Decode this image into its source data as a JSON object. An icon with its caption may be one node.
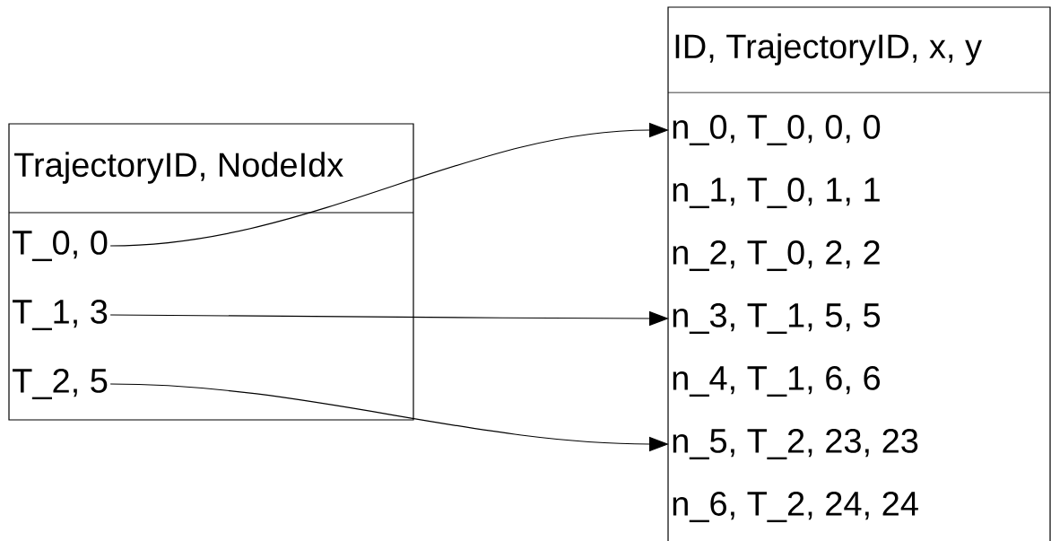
{
  "diagram": {
    "nodes": [
      {
        "text": [
          "TrajectoryID, NodeIdx"
        ]
      },
      {
        "text": [
          "T_0, 0"
        ],
        "in": 0
      },
      {
        "text": [
          "T_1, 3"
        ],
        "in": 0
      },
      {
        "text": [
          "T_2, 5"
        ],
        "in": 0
      },
      {
        "text": [
          "ID, TrajectoryID, x, y"
        ]
      },
      {
        "text": [
          "n_0, T_0, 0, 0"
        ],
        "in": 4
      },
      {
        "text": [
          "n_1, T_0, 1, 1"
        ],
        "in": 4
      },
      {
        "text": [
          "n_2, T_0, 2, 2"
        ],
        "in": 4
      },
      {
        "text": [
          "n_3, T_1, 5, 5"
        ],
        "in": 4
      },
      {
        "text": [
          "n_4, T_1, 6, 6"
        ],
        "in": 4
      },
      {
        "text": [
          "n_5, T_2, 23, 23"
        ],
        "in": 4
      },
      {
        "text": [
          "n_6, T_2, 24, 24"
        ],
        "in": 4
      }
    ],
    "edges": [
      {
        "from": 1,
        "to": 5,
        "arrow": "to"
      },
      {
        "from": 2,
        "to": 8,
        "arrow": "to"
      },
      {
        "from": 3,
        "to": 10,
        "arrow": "to"
      }
    ]
  }
}
